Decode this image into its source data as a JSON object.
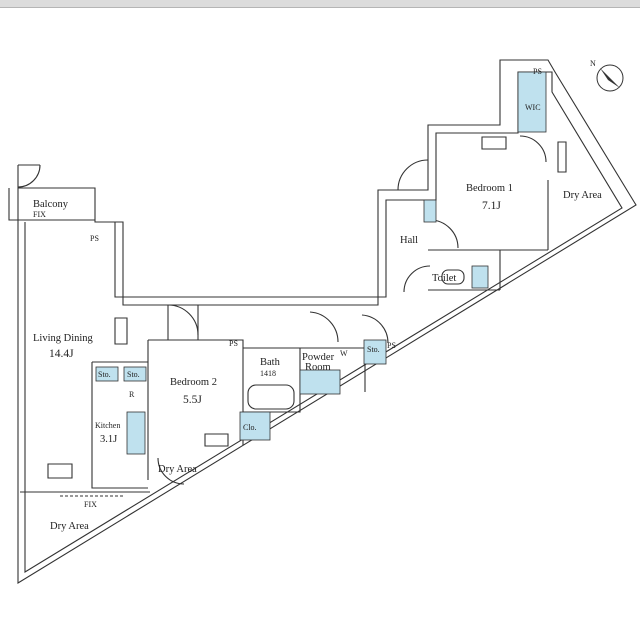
{
  "rooms": {
    "balcony": {
      "name": "Balcony",
      "fix": "FIX"
    },
    "living_dining": {
      "name": "Living Dining",
      "size": "14.4J"
    },
    "kitchen": {
      "name": "Kitchen",
      "size": "3.1J"
    },
    "bedroom2": {
      "name": "Bedroom 2",
      "size": "5.5J"
    },
    "bath": {
      "name": "Bath",
      "size": "1418"
    },
    "powder_room": {
      "line1": "Powder",
      "line2": "Room"
    },
    "hall": {
      "name": "Hall"
    },
    "toilet": {
      "name": "Toilet"
    },
    "bedroom1": {
      "name": "Bedroom 1",
      "size": "7.1J"
    },
    "dry_area_right": {
      "name": "Dry Area"
    },
    "dry_area_middle": {
      "name": "Dry Area"
    },
    "dry_area_bottom": {
      "name": "Dry Area"
    },
    "bottom_fix": {
      "name": "FIX"
    }
  },
  "fixtures": {
    "ps": "PS",
    "sto": "Sto.",
    "wic": "WIC",
    "refrigerator": "R",
    "closet": "Clo.",
    "washer": "W"
  },
  "compass": {
    "label": "N"
  },
  "colors": {
    "line": "#333333",
    "storage_fill": "#bfe1ee",
    "wall_fill": "#ffffff"
  }
}
